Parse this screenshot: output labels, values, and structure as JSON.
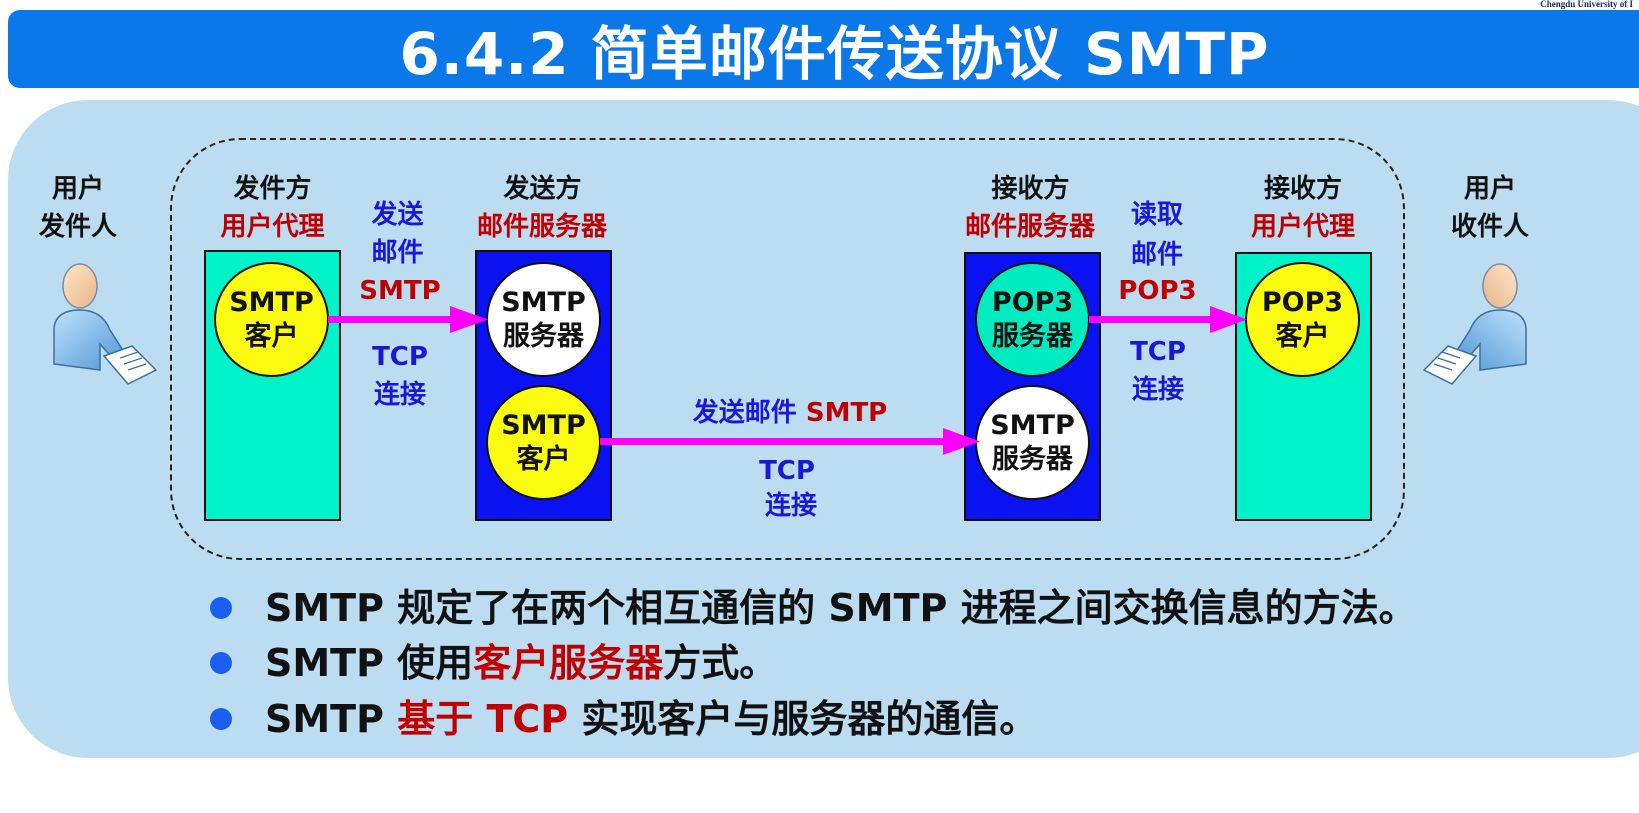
{
  "header": {
    "title": "6.4.2  简单邮件传送协议 SMTP",
    "university": "Chengdu University of I"
  },
  "diagram": {
    "sender_user": {
      "line1": "用户",
      "line2": "发件人"
    },
    "recipient_user": {
      "line1": "用户",
      "line2": "收件人"
    },
    "sender_ua": {
      "title": "发件方",
      "subtitle": "用户代理",
      "circle": {
        "line1": "SMTP",
        "line2": "客户"
      }
    },
    "sender_server": {
      "title": "发送方",
      "subtitle": "邮件服务器",
      "top_circle": {
        "line1": "SMTP",
        "line2": "服务器"
      },
      "bottom_circle": {
        "line1": "SMTP",
        "line2": "客户"
      }
    },
    "receiver_server": {
      "title": "接收方",
      "subtitle": "邮件服务器",
      "top_circle": {
        "line1": "POP3",
        "line2": "服务器"
      },
      "bottom_circle": {
        "line1": "SMTP",
        "line2": "服务器"
      }
    },
    "receiver_ua": {
      "title": "接收方",
      "subtitle": "用户代理",
      "circle": {
        "line1": "POP3",
        "line2": "客户"
      }
    },
    "arrow1": {
      "line1": "发送",
      "line2": "邮件",
      "protocol": "SMTP",
      "tcp1": "TCP",
      "tcp2": "连接"
    },
    "arrow2": {
      "label": "发送邮件",
      "protocol": "SMTP",
      "tcp1": "TCP",
      "tcp2": "连接"
    },
    "arrow3": {
      "line1": "读取",
      "line2": "邮件",
      "protocol": "POP3",
      "tcp1": "TCP",
      "tcp2": "连接"
    }
  },
  "bullets": [
    {
      "text": "SMTP 规定了在两个相互通信的 SMTP 进程之间交换信息的方法。"
    },
    {
      "pre": "SMTP 使用",
      "highlight": "客户服务器",
      "post": "方式。"
    },
    {
      "pre": "SMTP ",
      "highlight1": "基于",
      "mid": " ",
      "highlight2": "TCP",
      "post": " 实现客户与服务器的通信。"
    }
  ],
  "colors": {
    "title_bar": "#0a78e8",
    "panel": "#bcdcf2",
    "agent_box": "#00f2c8",
    "server_box": "#0a12f2",
    "client_circle": "#fcfc10",
    "arrow": "#ff00ff",
    "label_red": "#c00000",
    "label_blue": "#1a18d8",
    "bullet_dot": "#1a5ff0"
  }
}
